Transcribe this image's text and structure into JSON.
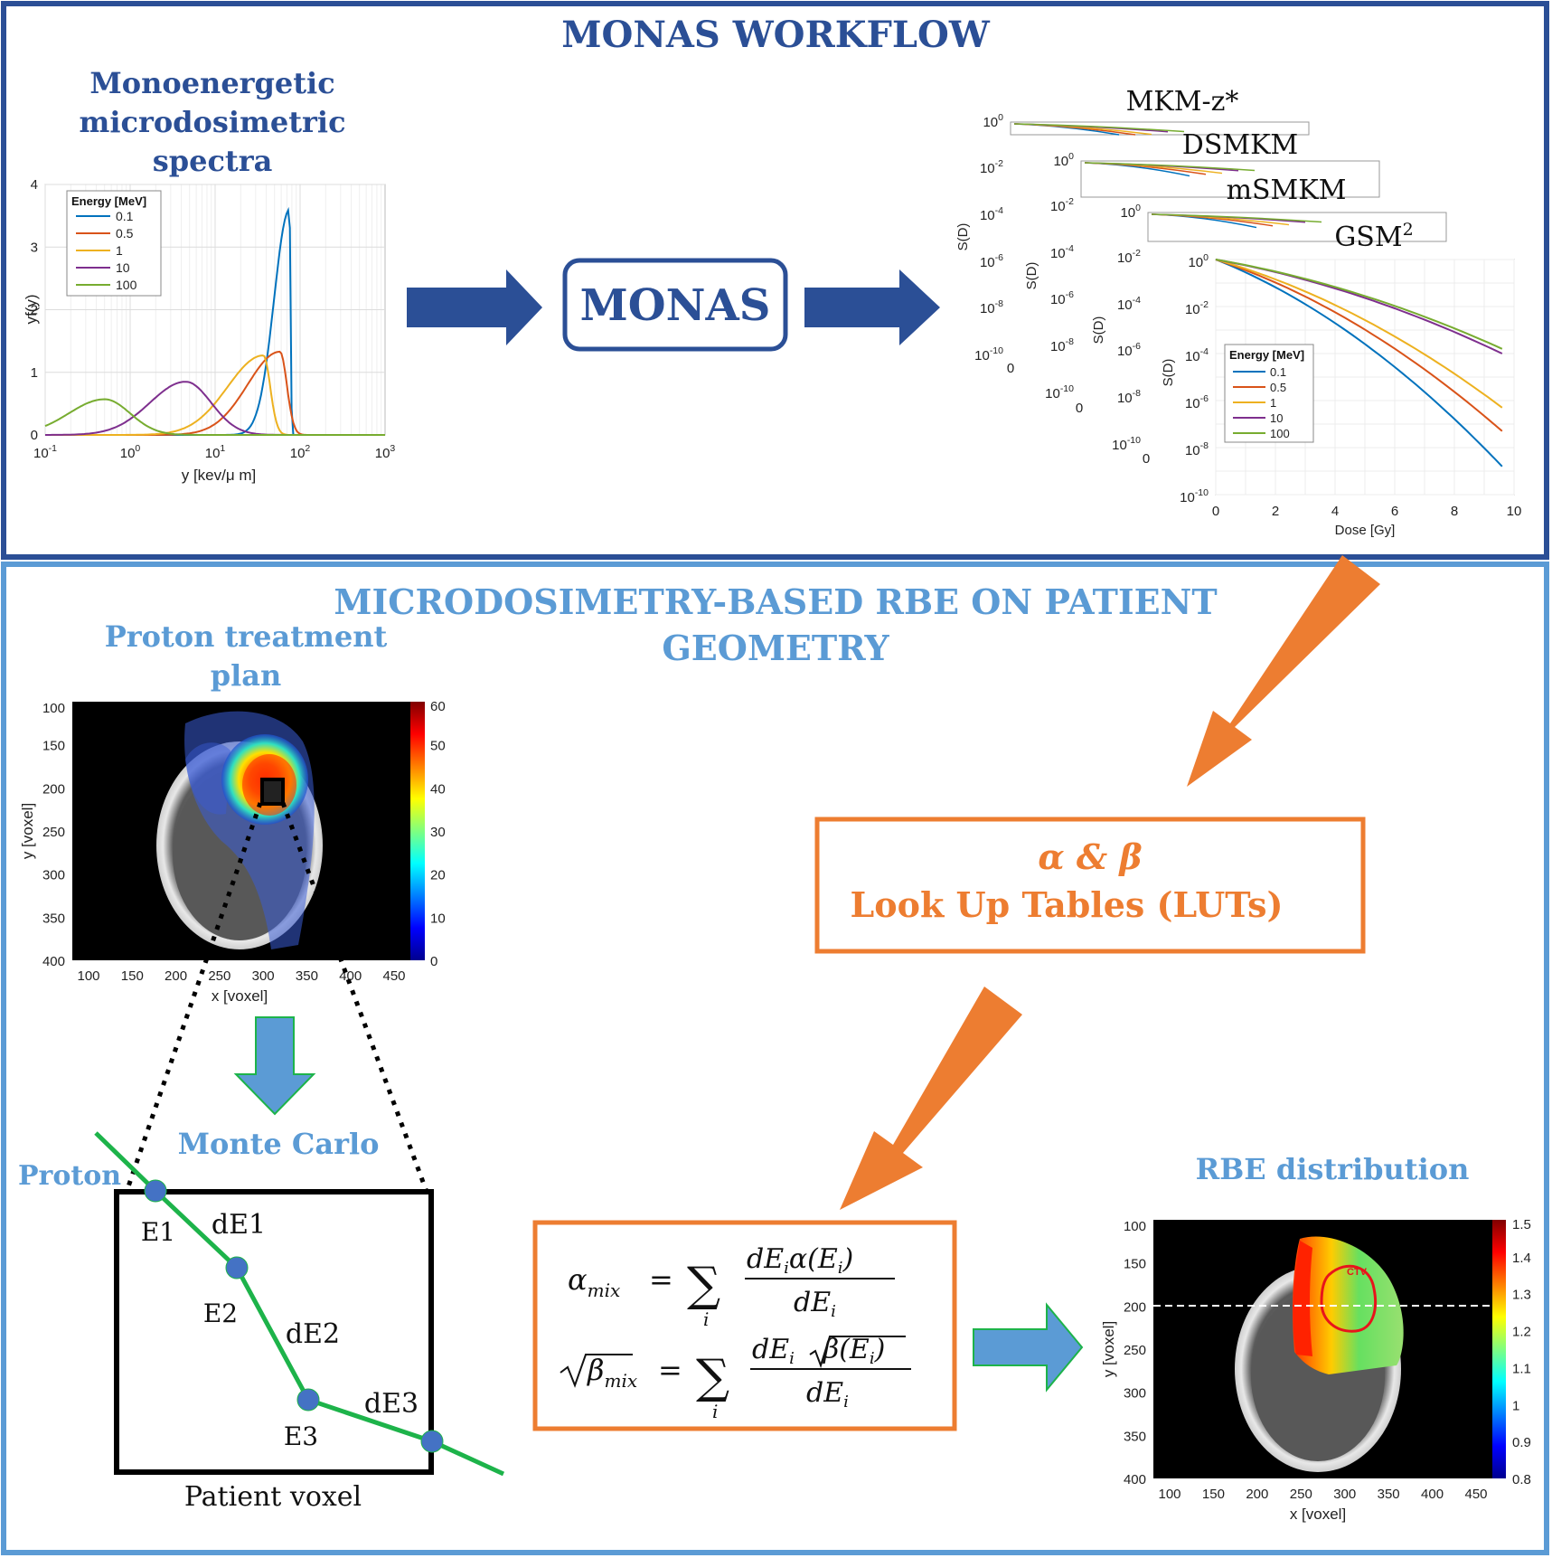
{
  "colors": {
    "workflow_blue": "#2b4f96",
    "light_blue": "#5b9bd5",
    "orange": "#ed7d31",
    "green": "#1db34a",
    "point_blue": "#4472c4",
    "series": [
      "#0072bd",
      "#d95319",
      "#edb120",
      "#7e2f8e",
      "#77ac30"
    ]
  },
  "workflow": {
    "title": "MONAS WORKFLOW",
    "spectra_title": [
      "Monoenergetic",
      "microdosimetric",
      "spectra"
    ],
    "monas_box": "MONAS"
  },
  "spectra_chart": {
    "type": "line",
    "xlabel": "y [kev/μ m]",
    "ylabel": "yf(y)",
    "xscale": "log",
    "xlim": [
      0.1,
      1000
    ],
    "ylim": [
      0,
      4
    ],
    "x_ticks": [
      "10",
      "10",
      "10",
      "10",
      "10"
    ],
    "x_tick_exponents": [
      "-1",
      "0",
      "1",
      "2",
      "3"
    ],
    "y_ticks": [
      "0",
      "1",
      "2",
      "3",
      "4"
    ],
    "legend_title": "Energy [MeV]",
    "series": [
      {
        "name": "0.1",
        "peak_x": 75,
        "peak_y": 3.6
      },
      {
        "name": "0.5",
        "peak_x": 58,
        "peak_y": 1.33
      },
      {
        "name": "1",
        "peak_x": 37,
        "peak_y": 1.27
      },
      {
        "name": "10",
        "peak_x": 4.5,
        "peak_y": 0.85
      },
      {
        "name": "100",
        "peak_x": 0.5,
        "peak_y": 0.57
      }
    ]
  },
  "survival_charts": {
    "models": [
      "MKM-z*",
      "DSMKM",
      "mSMKM",
      "GSM"
    ],
    "gsm_superscript": "2",
    "ylabel": "S(D)",
    "xlabel": "Dose [Gy]",
    "zero_label": "0",
    "y_tick_base": "10",
    "y_tick_exponents": [
      "0",
      "-2",
      "-4",
      "-6",
      "-8",
      "-10"
    ],
    "x_ticks": [
      "0",
      "2",
      "4",
      "6",
      "8",
      "10"
    ],
    "xlim": [
      0,
      10
    ],
    "legend_title": "Energy [MeV]",
    "legend_entries": [
      "0.1",
      "0.5",
      "1",
      "10",
      "100"
    ],
    "log_s_at_9_6_gy": [
      -8.8,
      -7.3,
      -6.3,
      -4.0,
      -3.8
    ]
  },
  "patient": {
    "title": [
      "MICRODOSIMETRY-BASED RBE ON PATIENT",
      "GEOMETRY"
    ],
    "plan_title": [
      "Proton treatment",
      "plan"
    ],
    "plan_ylabel": "y [voxel]",
    "plan_xlabel": "x [voxel]",
    "plan_y_ticks": [
      "100",
      "150",
      "200",
      "250",
      "300",
      "350",
      "400"
    ],
    "plan_x_ticks": [
      "100",
      "150",
      "200",
      "250",
      "300",
      "350",
      "400",
      "450"
    ],
    "plan_cbar_ticks": [
      "60",
      "50",
      "40",
      "30",
      "20",
      "10",
      "0"
    ],
    "monte_carlo": "Monte Carlo",
    "proton_label": "Proton",
    "voxel_label": "Patient voxel",
    "points": [
      "E1",
      "E2",
      "E3"
    ],
    "segments": [
      "dE1",
      "dE2",
      "dE3"
    ],
    "lut_line1": "α & β",
    "lut_line2": "Look Up Tables (LUTs)",
    "formula_alpha": {
      "lhs": "α",
      "lhs_sub": "mix",
      "eq": "=",
      "sum": "∑",
      "idx": "i",
      "num_a": "dE",
      "num_sub": "i",
      "num_b": "α(E",
      "num_c": ")",
      "den": "dE",
      "den_sub": "i"
    },
    "formula_beta": {
      "lhs": "β",
      "lhs_sub": "mix",
      "eq": "=",
      "sum": "∑",
      "idx": "i",
      "num_a": "dE",
      "num_sub": "i",
      "num_b": "β(E",
      "num_c": ")",
      "den": "dE",
      "den_sub": "i"
    },
    "rbe_title": "RBE distribution",
    "rbe_ylabel": "y [voxel]",
    "rbe_xlabel": "x [voxel]",
    "rbe_y_ticks": [
      "100",
      "150",
      "200",
      "250",
      "300",
      "350",
      "400"
    ],
    "rbe_x_ticks": [
      "100",
      "150",
      "200",
      "250",
      "300",
      "350",
      "400",
      "450"
    ],
    "rbe_cbar_ticks": [
      "1.5",
      "1.4",
      "1.3",
      "1.2",
      "1.1",
      "1",
      "0.9",
      "0.8"
    ],
    "ctv_label": "CTV"
  }
}
